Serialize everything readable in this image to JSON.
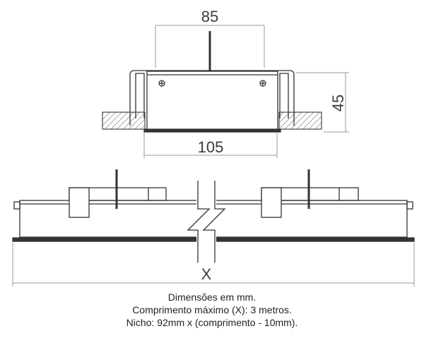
{
  "dimensions": {
    "top_width": "85",
    "bottom_width": "105",
    "height": "45",
    "length": "X"
  },
  "notes": [
    "Dimensões em mm.",
    "Comprimento máximo (X): 3 metros.",
    "Nicho: 92mm x (comprimento - 10mm)."
  ]
}
